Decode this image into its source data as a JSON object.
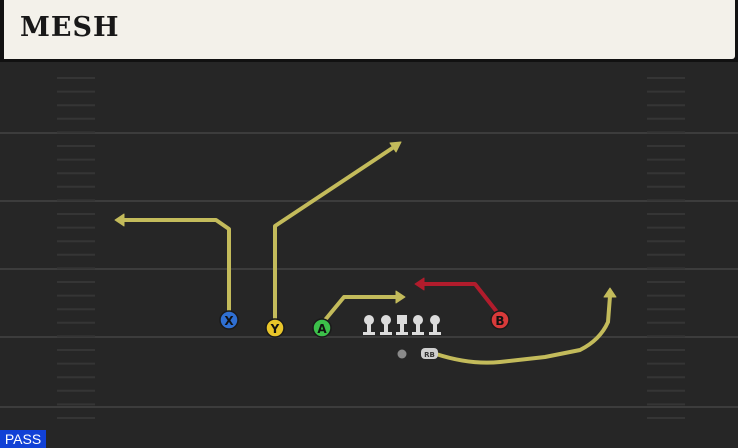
{
  "play": {
    "name": "MESH",
    "type": "PASS"
  },
  "colors": {
    "route": "#c3bb5b",
    "block_route": "#b11c2c",
    "receiver_x": "#2f6fd2",
    "receiver_y": "#e8c52a",
    "receiver_a": "#3cc04a",
    "receiver_b": "#d83a3a"
  },
  "players": [
    {
      "id": "X",
      "label": "X",
      "icon": "x-button-icon"
    },
    {
      "id": "Y",
      "label": "Y",
      "icon": "y-button-icon"
    },
    {
      "id": "A",
      "label": "A",
      "icon": "a-button-icon"
    },
    {
      "id": "B",
      "label": "B",
      "icon": "b-button-icon"
    },
    {
      "id": "RB",
      "label": "RB",
      "icon": "running-back-icon"
    },
    {
      "id": "QB",
      "label": "",
      "icon": "quarterback-dot-icon"
    }
  ]
}
